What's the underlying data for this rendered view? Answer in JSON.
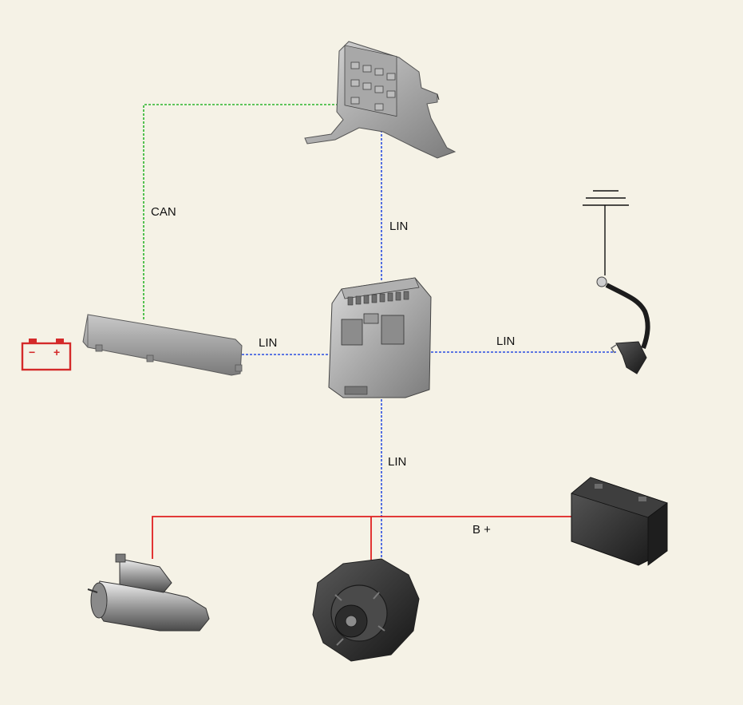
{
  "labels": {
    "can": "CAN",
    "lin_top": "LIN",
    "lin_left": "LIN",
    "lin_right": "LIN",
    "lin_bottom": "LIN",
    "b_plus": "B +"
  },
  "battery_icon": {
    "minus": "−",
    "plus": "+"
  },
  "colors": {
    "background": "#f5f2e6",
    "can_line": "#2bb52b",
    "lin_line": "#2a4de0",
    "power_line": "#e02020",
    "battery_icon": "#d42a2a"
  },
  "components": [
    {
      "icon": "ecu-bracket-icon"
    },
    {
      "icon": "instrument-cluster-icon"
    },
    {
      "icon": "battery-warning-icon"
    },
    {
      "icon": "junction-box-icon"
    },
    {
      "icon": "battery-sensor-cable-icon"
    },
    {
      "icon": "ground-symbol-icon"
    },
    {
      "icon": "car-battery-icon"
    },
    {
      "icon": "starter-motor-icon"
    },
    {
      "icon": "alternator-icon"
    }
  ]
}
